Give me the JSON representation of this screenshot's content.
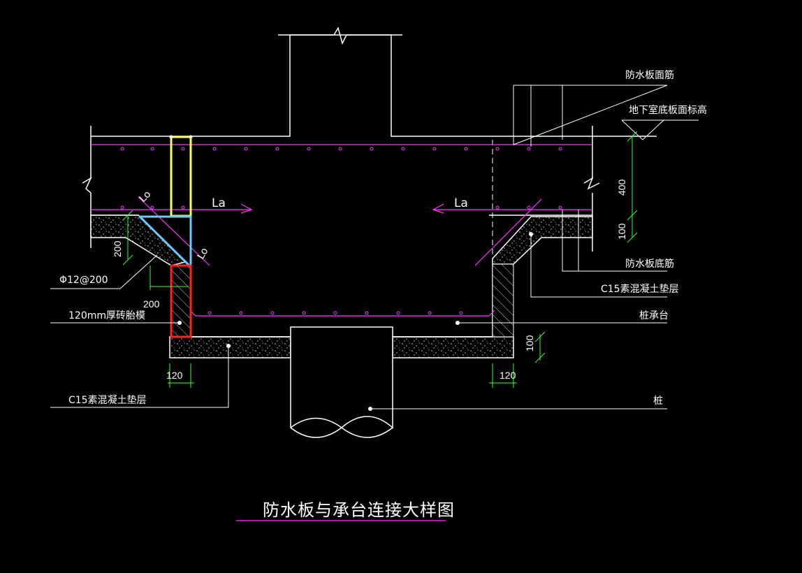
{
  "title": "防水板与承台连接大样图",
  "labels": {
    "top_rebar": "防水板面筋",
    "basement_level": "地下室底板面标高",
    "bottom_rebar": "防水板底筋",
    "c15_right": "C15素混凝土垫层",
    "pile_cap": "桩承台",
    "pile": "桩",
    "rebar_spec": "Φ12@200",
    "brick_form": "120mm厚砖胎模",
    "c15_left": "C15素混凝土垫层",
    "la_left": "La",
    "la_right": "La",
    "lo_upper": "Lo",
    "lo_lower": "Lo"
  },
  "dimensions": {
    "slab_thickness": "400",
    "cushion_right": "100",
    "haunch_height": "200",
    "haunch_width": "200",
    "cushion_bottom": "100",
    "brick_left": "120",
    "brick_right": "120"
  },
  "colors": {
    "background": "#000000",
    "line": "#ffffff",
    "rebar": "#ff33ff",
    "dimension": "#33ff33",
    "highlight_yellow": "#ffff55",
    "highlight_blue": "#66ccff",
    "highlight_red": "#ff2222",
    "hatch": "#cccccc"
  }
}
